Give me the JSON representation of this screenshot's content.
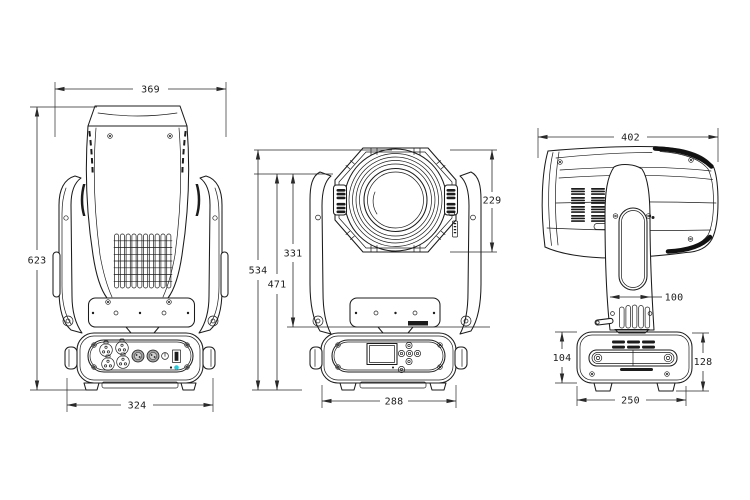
{
  "colors": {
    "line": "#1c1c1c",
    "background": "#ffffff",
    "indicator_led": "#2cc8d8",
    "connector_fill": "#a0a0a0",
    "connector_inner": "#cfcfcf"
  },
  "dimensions": {
    "back_view": {
      "head_width": "369",
      "overall_height": "623",
      "base_width": "324"
    },
    "front_view": {
      "overall_height": "534",
      "yoke_height": "471",
      "yoke_above_base": "331",
      "head_height": "229",
      "base_width": "288"
    },
    "side_view": {
      "head_depth": "402",
      "arm_width": "100",
      "base_body_height": "104",
      "base_total_height": "128",
      "base_depth": "250"
    }
  }
}
